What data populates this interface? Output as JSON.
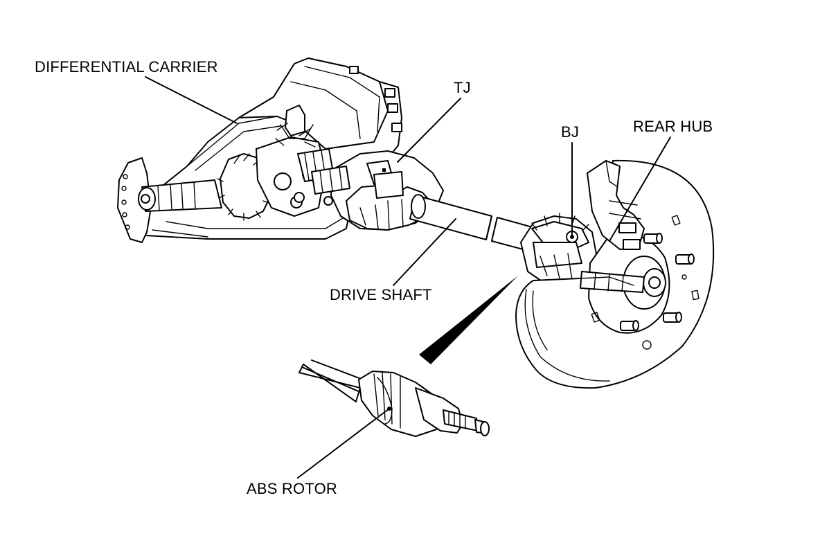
{
  "labels": {
    "differential_carrier": "DIFFERENTIAL CARRIER",
    "tj": "TJ",
    "bj": "BJ",
    "rear_hub": "REAR HUB",
    "drive_shaft": "DRIVE SHAFT",
    "abs_rotor": "ABS ROTOR"
  },
  "colors": {
    "line": "#000000",
    "background": "#ffffff"
  }
}
